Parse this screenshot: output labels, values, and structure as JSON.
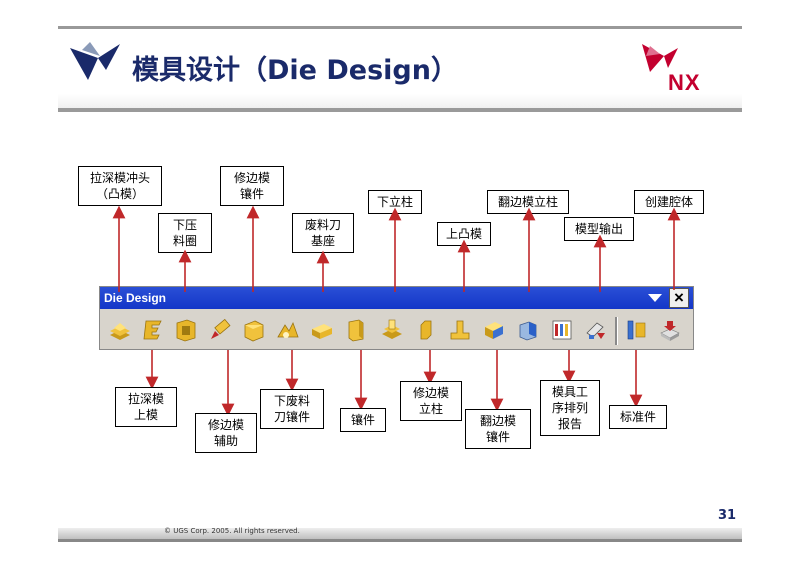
{
  "slide": {
    "title": "模具设计（Die Design）",
    "page_number": "31",
    "copyright": "© UGS Corp. 2005. All rights reserved.",
    "logo_text": "NX",
    "accent_color": "#c3002f",
    "title_color": "#1a2a6a"
  },
  "toolbar": {
    "title": "Die Design",
    "close_label": "×"
  },
  "labels_top": [
    "拉深模冲头\n（凸模）",
    "下压\n料圈",
    "修边模\n镶件",
    "废料刀\n基座",
    "下立柱",
    "上凸模",
    "翻边模立柱",
    "模型输出",
    "创建腔体"
  ],
  "labels_bottom": [
    "拉深模\n上模",
    "修边模\n辅助",
    "下废料\n刀镶件",
    "镶件",
    "修边模\n立柱",
    "翻边模\n镶件",
    "模具工\n序排列\n报告",
    "标准件"
  ]
}
